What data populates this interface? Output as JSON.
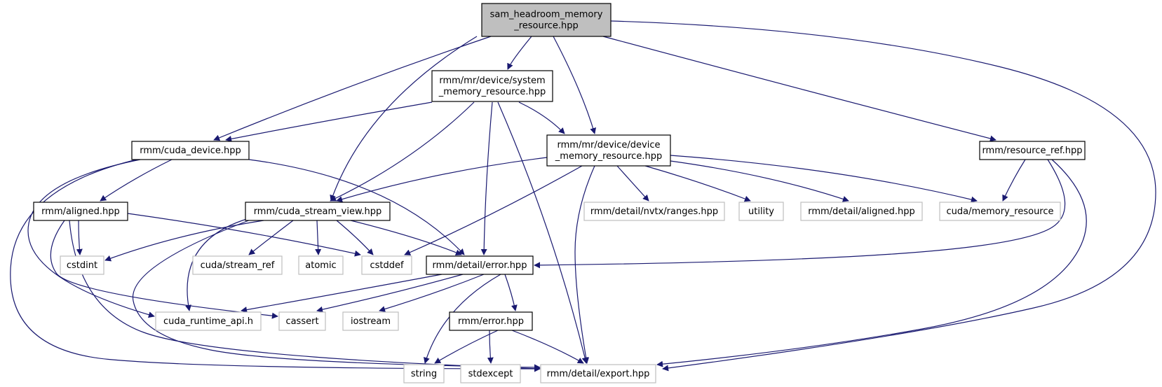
{
  "diagram": {
    "type": "include-dependency-graph",
    "nodes": [
      {
        "id": "root",
        "kind": "root",
        "lines": [
          "sam_headroom_memory",
          "_resource.hpp"
        ]
      },
      {
        "id": "system_mr",
        "kind": "file",
        "lines": [
          "rmm/mr/device/system",
          "_memory_resource.hpp"
        ]
      },
      {
        "id": "cuda_device",
        "kind": "file",
        "lines": [
          "rmm/cuda_device.hpp"
        ]
      },
      {
        "id": "device_mr",
        "kind": "file",
        "lines": [
          "rmm/mr/device/device",
          "_memory_resource.hpp"
        ]
      },
      {
        "id": "resource_ref",
        "kind": "file",
        "lines": [
          "rmm/resource_ref.hpp"
        ]
      },
      {
        "id": "aligned",
        "kind": "file",
        "lines": [
          "rmm/aligned.hpp"
        ]
      },
      {
        "id": "stream_view",
        "kind": "file",
        "lines": [
          "rmm/cuda_stream_view.hpp"
        ]
      },
      {
        "id": "nvtx",
        "kind": "external",
        "lines": [
          "rmm/detail/nvtx/ranges.hpp"
        ]
      },
      {
        "id": "utility",
        "kind": "external",
        "lines": [
          "utility"
        ]
      },
      {
        "id": "det_aligned",
        "kind": "external",
        "lines": [
          "rmm/detail/aligned.hpp"
        ]
      },
      {
        "id": "cuda_mr",
        "kind": "external",
        "lines": [
          "cuda/memory_resource"
        ]
      },
      {
        "id": "cstdint",
        "kind": "external",
        "lines": [
          "cstdint"
        ]
      },
      {
        "id": "stream_ref",
        "kind": "external",
        "lines": [
          "cuda/stream_ref"
        ]
      },
      {
        "id": "atomic",
        "kind": "external",
        "lines": [
          "atomic"
        ]
      },
      {
        "id": "cstddef",
        "kind": "external",
        "lines": [
          "cstddef"
        ]
      },
      {
        "id": "error_det",
        "kind": "file",
        "lines": [
          "rmm/detail/error.hpp"
        ]
      },
      {
        "id": "cuda_rt",
        "kind": "external",
        "lines": [
          "cuda_runtime_api.h"
        ]
      },
      {
        "id": "cassert",
        "kind": "external",
        "lines": [
          "cassert"
        ]
      },
      {
        "id": "iostream",
        "kind": "external",
        "lines": [
          "iostream"
        ]
      },
      {
        "id": "rmm_error",
        "kind": "file",
        "lines": [
          "rmm/error.hpp"
        ]
      },
      {
        "id": "string",
        "kind": "external",
        "lines": [
          "string"
        ]
      },
      {
        "id": "stdexcept",
        "kind": "external",
        "lines": [
          "stdexcept"
        ]
      },
      {
        "id": "export",
        "kind": "external",
        "lines": [
          "rmm/detail/export.hpp"
        ]
      }
    ],
    "edges": [
      [
        "root",
        "system_mr"
      ],
      [
        "root",
        "cuda_device"
      ],
      [
        "root",
        "stream_view"
      ],
      [
        "root",
        "device_mr"
      ],
      [
        "root",
        "resource_ref"
      ],
      [
        "root",
        "export"
      ],
      [
        "system_mr",
        "cuda_device"
      ],
      [
        "system_mr",
        "device_mr"
      ],
      [
        "system_mr",
        "stream_view"
      ],
      [
        "system_mr",
        "error_det"
      ],
      [
        "system_mr",
        "export"
      ],
      [
        "cuda_device",
        "aligned"
      ],
      [
        "cuda_device",
        "error_det"
      ],
      [
        "cuda_device",
        "cuda_rt"
      ],
      [
        "cuda_device",
        "export"
      ],
      [
        "device_mr",
        "stream_view"
      ],
      [
        "device_mr",
        "cstddef"
      ],
      [
        "device_mr",
        "export"
      ],
      [
        "device_mr",
        "nvtx"
      ],
      [
        "device_mr",
        "utility"
      ],
      [
        "device_mr",
        "det_aligned"
      ],
      [
        "device_mr",
        "cuda_mr"
      ],
      [
        "resource_ref",
        "cuda_mr"
      ],
      [
        "resource_ref",
        "error_det"
      ],
      [
        "resource_ref",
        "export"
      ],
      [
        "aligned",
        "cstdint"
      ],
      [
        "aligned",
        "cstddef"
      ],
      [
        "aligned",
        "cassert"
      ],
      [
        "aligned",
        "export"
      ],
      [
        "stream_view",
        "cstdint"
      ],
      [
        "stream_view",
        "stream_ref"
      ],
      [
        "stream_view",
        "atomic"
      ],
      [
        "stream_view",
        "cstddef"
      ],
      [
        "stream_view",
        "error_det"
      ],
      [
        "stream_view",
        "cuda_rt"
      ],
      [
        "stream_view",
        "export"
      ],
      [
        "error_det",
        "cuda_rt"
      ],
      [
        "error_det",
        "cassert"
      ],
      [
        "error_det",
        "iostream"
      ],
      [
        "error_det",
        "string"
      ],
      [
        "error_det",
        "rmm_error"
      ],
      [
        "rmm_error",
        "string"
      ],
      [
        "rmm_error",
        "stdexcept"
      ],
      [
        "rmm_error",
        "export"
      ]
    ]
  }
}
